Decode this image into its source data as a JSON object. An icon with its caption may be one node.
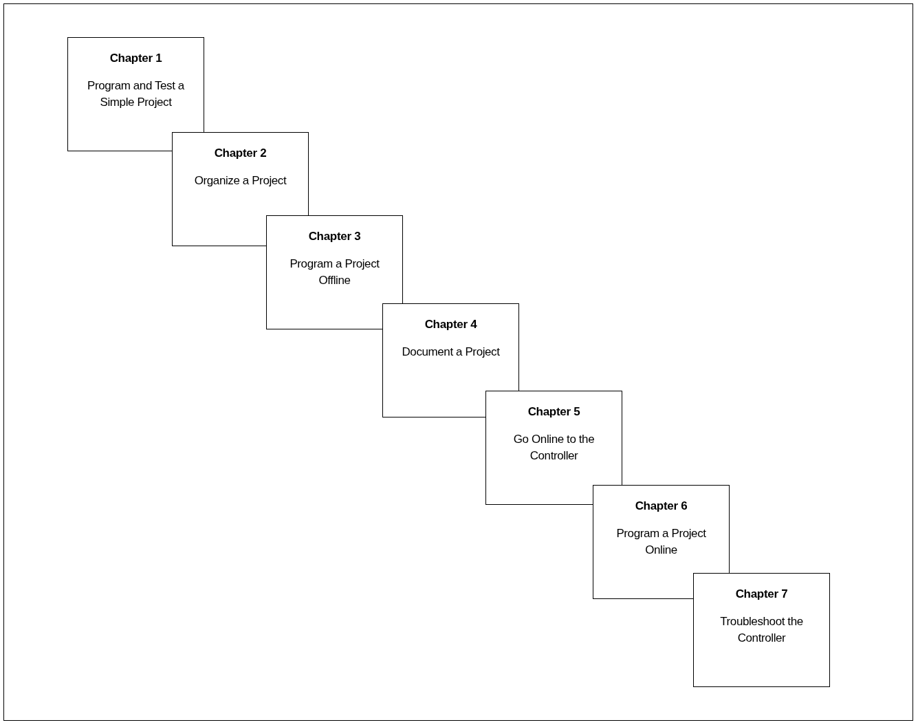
{
  "diagram": {
    "nodes": [
      {
        "text": [
          "Chapter 1",
          "Program and Test a Simple Project"
        ]
      },
      {
        "text": [
          "Chapter 2",
          "Organize a Project"
        ]
      },
      {
        "text": [
          "Chapter 3",
          "Program a Project Offline"
        ]
      },
      {
        "text": [
          "Chapter 4",
          "Document a Project"
        ]
      },
      {
        "text": [
          "Chapter 5",
          "Go Online to the Controller"
        ]
      },
      {
        "text": [
          "Chapter 6",
          "Program a Project Online"
        ]
      },
      {
        "text": [
          "Chapter 7",
          "Troubleshoot the Controller"
        ]
      }
    ],
    "edges": []
  }
}
